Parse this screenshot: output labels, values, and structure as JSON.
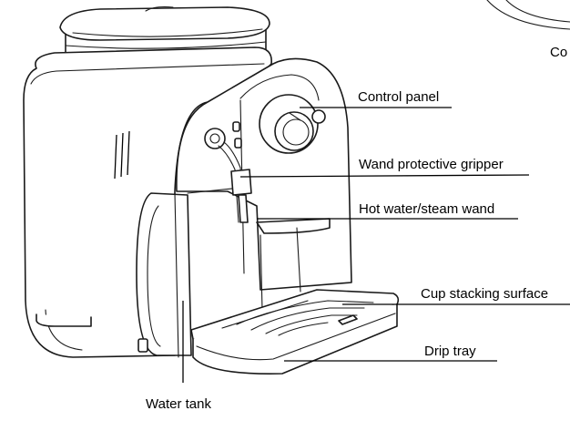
{
  "labels": {
    "control_panel": "Control panel",
    "wand_gripper": "Wand protective gripper",
    "steam_wand": "Hot water/steam wand",
    "cup_surface": "Cup stacking surface",
    "drip_tray": "Drip tray",
    "water_tank": "Water tank",
    "cropped_label": "Co"
  }
}
